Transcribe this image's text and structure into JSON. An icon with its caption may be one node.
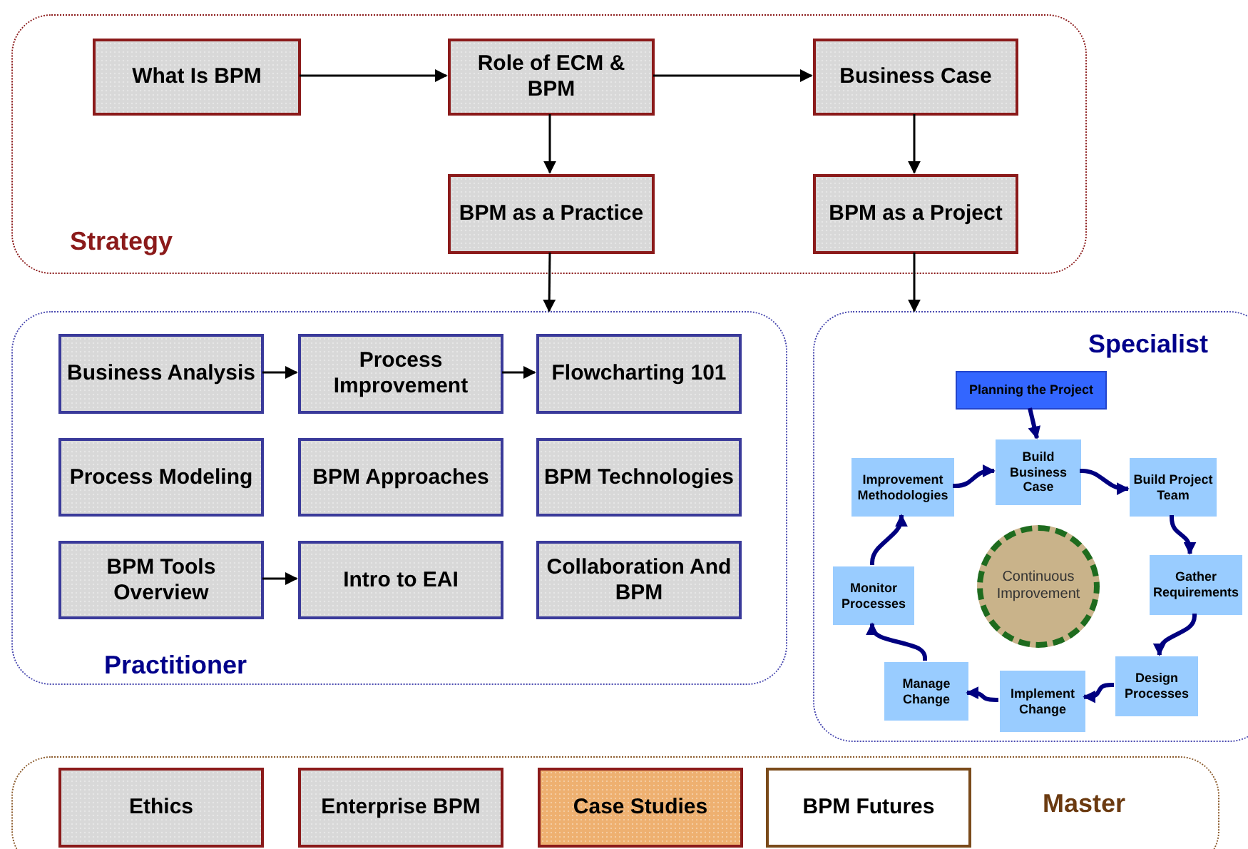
{
  "diagram": {
    "nodes": [
      {
        "text": [
          "Strategy"
        ]
      },
      {
        "text": [
          "What Is BPM"
        ],
        "in": 0
      },
      {
        "text": [
          "Role of ECM & BPM"
        ],
        "in": 0
      },
      {
        "text": [
          "Business Case"
        ],
        "in": 0
      },
      {
        "text": [
          "BPM as a Practice"
        ],
        "in": 0
      },
      {
        "text": [
          "BPM as a Project"
        ],
        "in": 0
      },
      {
        "text": [
          "Practitioner"
        ]
      },
      {
        "text": [
          "Business Analysis"
        ],
        "in": 6
      },
      {
        "text": [
          "Process Improvement"
        ],
        "in": 6
      },
      {
        "text": [
          "Flowcharting 101"
        ],
        "in": 6
      },
      {
        "text": [
          "Process Modeling"
        ],
        "in": 6
      },
      {
        "text": [
          "BPM Approaches"
        ],
        "in": 6
      },
      {
        "text": [
          "BPM Technologies"
        ],
        "in": 6
      },
      {
        "text": [
          "BPM Tools Overview"
        ],
        "in": 6
      },
      {
        "text": [
          "Intro to EAI"
        ],
        "in": 6
      },
      {
        "text": [
          "Collaboration And BPM"
        ],
        "in": 6
      },
      {
        "text": [
          "Specialist"
        ]
      },
      {
        "text": [
          "Planning the Project"
        ],
        "in": 16
      },
      {
        "text": [
          "Build Business Case"
        ],
        "in": 16
      },
      {
        "text": [
          "Build Project Team"
        ],
        "in": 16
      },
      {
        "text": [
          "Gather Requirements"
        ],
        "in": 16
      },
      {
        "text": [
          "Design Processes"
        ],
        "in": 16
      },
      {
        "text": [
          "Implement Change"
        ],
        "in": 16
      },
      {
        "text": [
          "Manage Change"
        ],
        "in": 16
      },
      {
        "text": [
          "Monitor Processes"
        ],
        "in": 16
      },
      {
        "text": [
          "Improvement Methodologies"
        ],
        "in": 16
      },
      {
        "text": [
          "Continuous Improvement"
        ],
        "in": 16
      },
      {
        "text": [
          "Master"
        ]
      },
      {
        "text": [
          "Ethics"
        ],
        "in": 27
      },
      {
        "text": [
          "Enterprise BPM"
        ],
        "in": 27
      },
      {
        "text": [
          "Case Studies"
        ],
        "in": 27
      },
      {
        "text": [
          "BPM Futures"
        ],
        "in": 27
      }
    ],
    "edges": [
      {
        "from": 1,
        "to": 2,
        "arrow": "to"
      },
      {
        "from": 2,
        "to": 3,
        "arrow": "to"
      },
      {
        "from": 2,
        "to": 4,
        "arrow": "to"
      },
      {
        "from": 3,
        "to": 5,
        "arrow": "to"
      },
      {
        "from": 4,
        "to": 6,
        "arrow": "to"
      },
      {
        "from": 5,
        "to": 16,
        "arrow": "to"
      },
      {
        "from": 7,
        "to": 8,
        "arrow": "to"
      },
      {
        "from": 8,
        "to": 9,
        "arrow": "to"
      },
      {
        "from": 13,
        "to": 14,
        "arrow": "to"
      },
      {
        "from": 17,
        "to": 18,
        "arrow": "to",
        "style": "thick",
        "color": "#000080"
      },
      {
        "from": 18,
        "to": 19,
        "arrow": "to",
        "style": "thick",
        "color": "#000080"
      },
      {
        "from": 19,
        "to": 20,
        "arrow": "to",
        "style": "thick",
        "color": "#000080"
      },
      {
        "from": 20,
        "to": 21,
        "arrow": "to",
        "style": "thick",
        "color": "#000080"
      },
      {
        "from": 21,
        "to": 22,
        "arrow": "to",
        "style": "thick",
        "color": "#000080"
      },
      {
        "from": 22,
        "to": 23,
        "arrow": "to",
        "style": "thick",
        "color": "#000080"
      },
      {
        "from": 23,
        "to": 24,
        "arrow": "to",
        "style": "thick",
        "color": "#000080"
      },
      {
        "from": 24,
        "to": 25,
        "arrow": "to",
        "style": "thick",
        "color": "#000080"
      },
      {
        "from": 25,
        "to": 18,
        "arrow": "to",
        "style": "thick",
        "color": "#000080"
      }
    ]
  }
}
